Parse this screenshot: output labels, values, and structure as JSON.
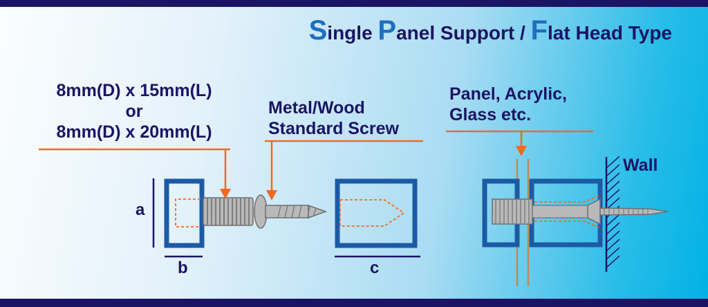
{
  "title": {
    "s_cap": "S",
    "s_rest": "ingle ",
    "p_cap": "P",
    "p_rest": "anel Support / ",
    "f_cap": "F",
    "f_rest": "lat Head Type"
  },
  "labels": {
    "size_line1": "8mm(D) x 15mm(L)",
    "size_line2": "or",
    "size_line3": "8mm(D) x 20mm(L)",
    "screw_line1": "Metal/Wood",
    "screw_line2": "Standard Screw",
    "panel_line1": "Panel, Acrylic,",
    "panel_line2": "Glass etc.",
    "wall": "Wall",
    "dim_a": "a",
    "dim_b": "b",
    "dim_c": "c"
  },
  "colors": {
    "navy_text": "#1b1464",
    "accent_blue_caps": "#1e6fc0",
    "leader_orange": "#f26a21",
    "part_blue": "#1c5aa6",
    "screw_gray": "#b9b9b9",
    "background_cyan": "#00b2e5"
  }
}
